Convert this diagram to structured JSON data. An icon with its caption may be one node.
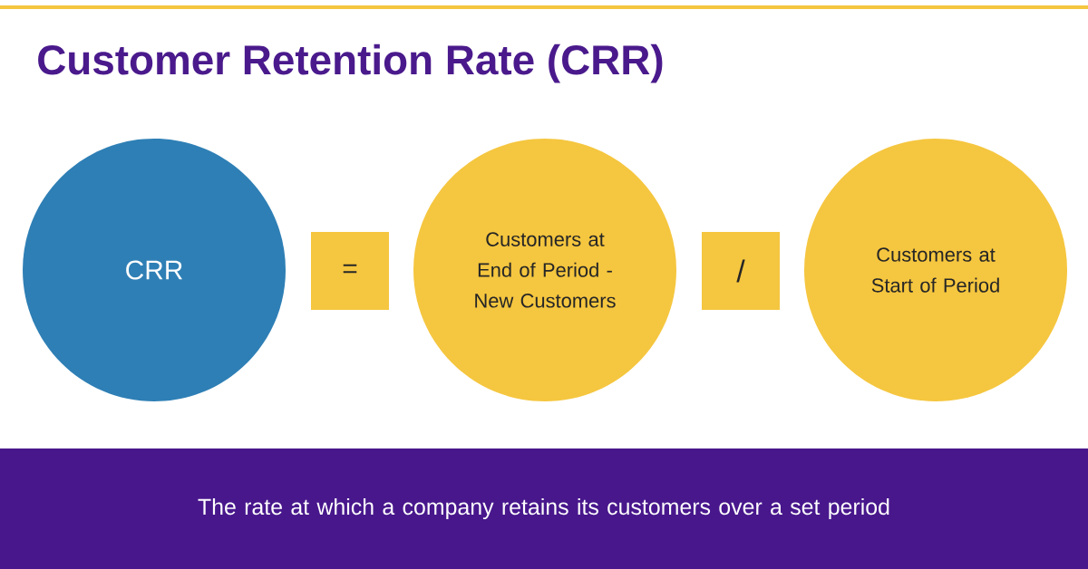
{
  "diagram": {
    "title": "Customer Retention Rate (CRR)",
    "nodes": [
      {
        "text": [
          "CRR"
        ]
      },
      {
        "text": [
          "="
        ]
      },
      {
        "text": [
          "Customers at End of Period - New Customers"
        ]
      },
      {
        "text": [
          "/"
        ]
      },
      {
        "text": [
          "Customers at Start of Period"
        ]
      },
      {
        "text": [
          "The rate at which a company retains its customers over a set period"
        ]
      }
    ]
  }
}
